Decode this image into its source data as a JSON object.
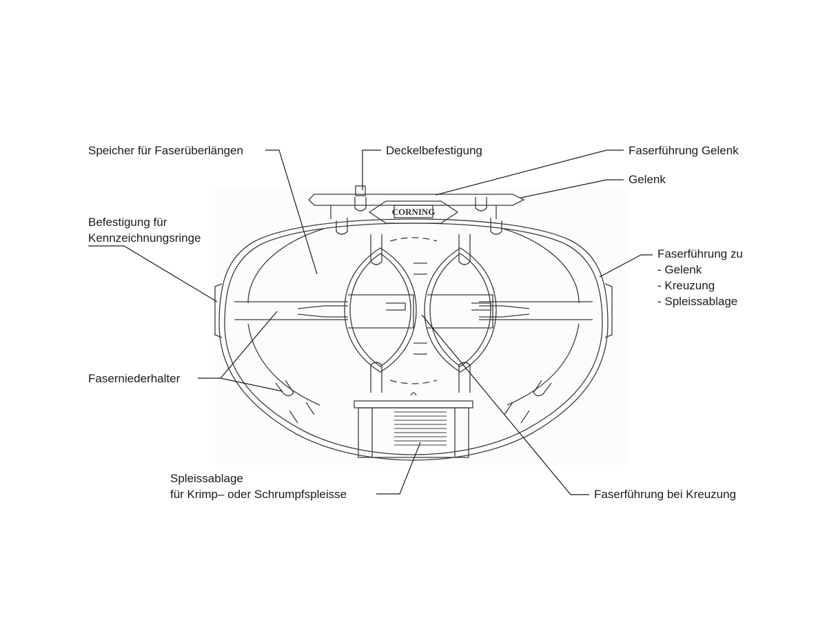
{
  "labels": {
    "speicher": "Speicher für Faserüberlängen",
    "deckel": "Deckelbefestigung",
    "gelenk_fuehrung": "Faserführung Gelenk",
    "gelenk": "Gelenk",
    "befestigung_l1": "Befestigung für",
    "befestigung_l2": "Kennzeichnungsringe",
    "zu_l1": "Faserführung zu",
    "zu_l2": "- Gelenk",
    "zu_l3": "- Kreuzung",
    "zu_l4": "- Spleissablage",
    "niederhalter": "Faserniederhalter",
    "spleiss_l1": "Spleissablage",
    "spleiss_l2": "für Krimp– oder Schrumpfspleisse",
    "kreuzung": "Faserführung bei Kreuzung"
  },
  "logo": {
    "text": "CORNING"
  },
  "colors": {
    "stroke": "#3a3a3a",
    "panel": "#ffffff",
    "text": "#1a1a1a"
  }
}
